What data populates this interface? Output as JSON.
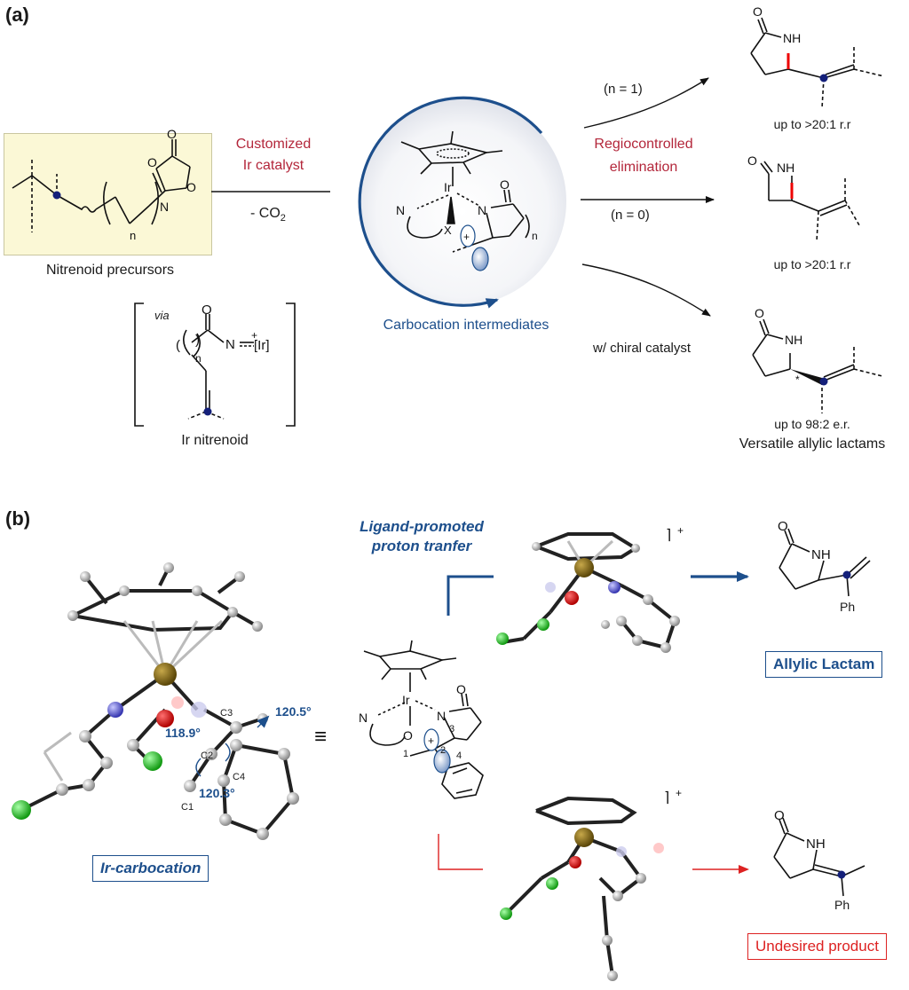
{
  "panel_a": {
    "label": "(a)",
    "precursor_caption": "Nitrenoid precursors",
    "catalyst_label_1": "Customized",
    "catalyst_label_2": "Ir catalyst",
    "co2_label": "- CO",
    "co2_sub": "2",
    "via_label": "via",
    "nitrenoid_caption": "Ir nitrenoid",
    "intermediate_caption": "Carbocation intermediates",
    "elimination_label_1": "Regiocontrolled",
    "elimination_label_2": "elimination",
    "branch_n1": "(n = 1)",
    "branch_n0": "(n = 0)",
    "branch_chiral": "w/ chiral catalyst",
    "product1_ratio": "up to >20:1 r.r",
    "product2_ratio": "up to >20:1 r.r",
    "product3_ratio": "up to 98:2 e.r.",
    "products_caption": "Versatile allylic lactams",
    "atoms": {
      "ir": "Ir",
      "n": "N",
      "x": "X",
      "o": "O",
      "nh": "NH",
      "n_sub": "n",
      "ir_bracket": "[Ir]",
      "plus": "+"
    }
  },
  "panel_b": {
    "label": "(b)",
    "box_carbocation": "Ir-carbocation",
    "ligand_label_1": "Ligand-promoted",
    "ligand_label_2": "proton tranfer",
    "box_allylic": "Allylic Lactam",
    "box_undesired": "Undesired product",
    "angle_1": "118.9°",
    "angle_2": "120.5°",
    "angle_3": "120.3°",
    "atom_c1": "C1",
    "atom_c2": "C2",
    "atom_c3": "C3",
    "atom_c4": "C4",
    "charge": "+",
    "ph": "Ph",
    "equiv": "≡",
    "num1": "1",
    "num2": "2",
    "num3": "3",
    "num4": "4"
  },
  "colors": {
    "accent_red": "#b3263a",
    "accent_blue": "#1d4f8c",
    "precursor_bg": "#fbf8d6",
    "iridium": "#7a6414",
    "nitrogen": "#7777dd",
    "oxygen": "#dd0000",
    "chlorine": "#22cc22"
  }
}
